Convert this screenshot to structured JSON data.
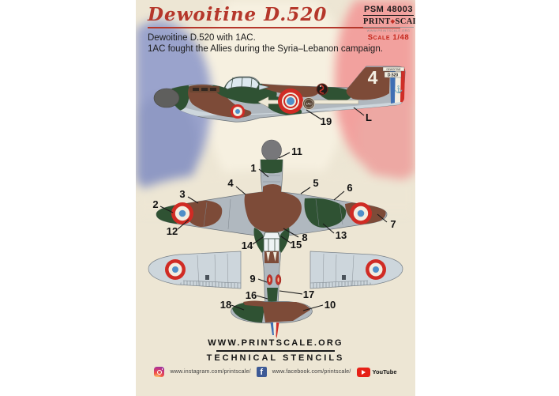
{
  "header": {
    "title": "Dewoitine D.520",
    "product_code": "PSM 48003",
    "brand_left": "PRINT",
    "brand_right": "SCALE",
    "brand_diamond": "◆",
    "brand_url": "WWW.PRINTSCALE.ORG",
    "scale": "Scale 1/48",
    "description_line1": "Dewoitine D.520 with 1AC.",
    "description_line2": "1AC fought the Allies during the Syria–Lebanon campaign."
  },
  "side_profile": {
    "tail_number": "4",
    "badge_label": "1AC",
    "stencil_line1": "DEWOITINE",
    "stencil_line2": "D.520",
    "anchor_glyph": "⚓",
    "callouts": [
      {
        "label": "19"
      },
      {
        "label": "L"
      }
    ]
  },
  "plan_view": {
    "callouts": [
      {
        "label": "1"
      },
      {
        "label": "2"
      },
      {
        "label": "3"
      },
      {
        "label": "4"
      },
      {
        "label": "5"
      },
      {
        "label": "6"
      },
      {
        "label": "7"
      },
      {
        "label": "8"
      },
      {
        "label": "9"
      },
      {
        "label": "10"
      },
      {
        "label": "11"
      },
      {
        "label": "12"
      },
      {
        "label": "13"
      },
      {
        "label": "14"
      },
      {
        "label": "15"
      },
      {
        "label": "16"
      },
      {
        "label": "17"
      },
      {
        "label": "18"
      }
    ]
  },
  "footer": {
    "website": "WWW.PRINTSCALE.ORG",
    "subtitle": "TECHNICAL STENCILS",
    "instagram_url": "www.instagram.com/printscale/",
    "facebook_url": "www.facebook.com/printscale/",
    "youtube_label": "YouTube"
  },
  "colors": {
    "title_red": "#b5372b",
    "camo_green": "#2f5233",
    "camo_brown": "#7d4b38",
    "camo_gray": "#b0b8bf",
    "underside_gray": "#cdd6dc",
    "roundel_red": "#d02b24",
    "roundel_blue": "#4f8fc9",
    "flag_blue": "#9aa3cc",
    "flag_red": "#f2a19e",
    "sheet_cream": "#ede6d4"
  }
}
